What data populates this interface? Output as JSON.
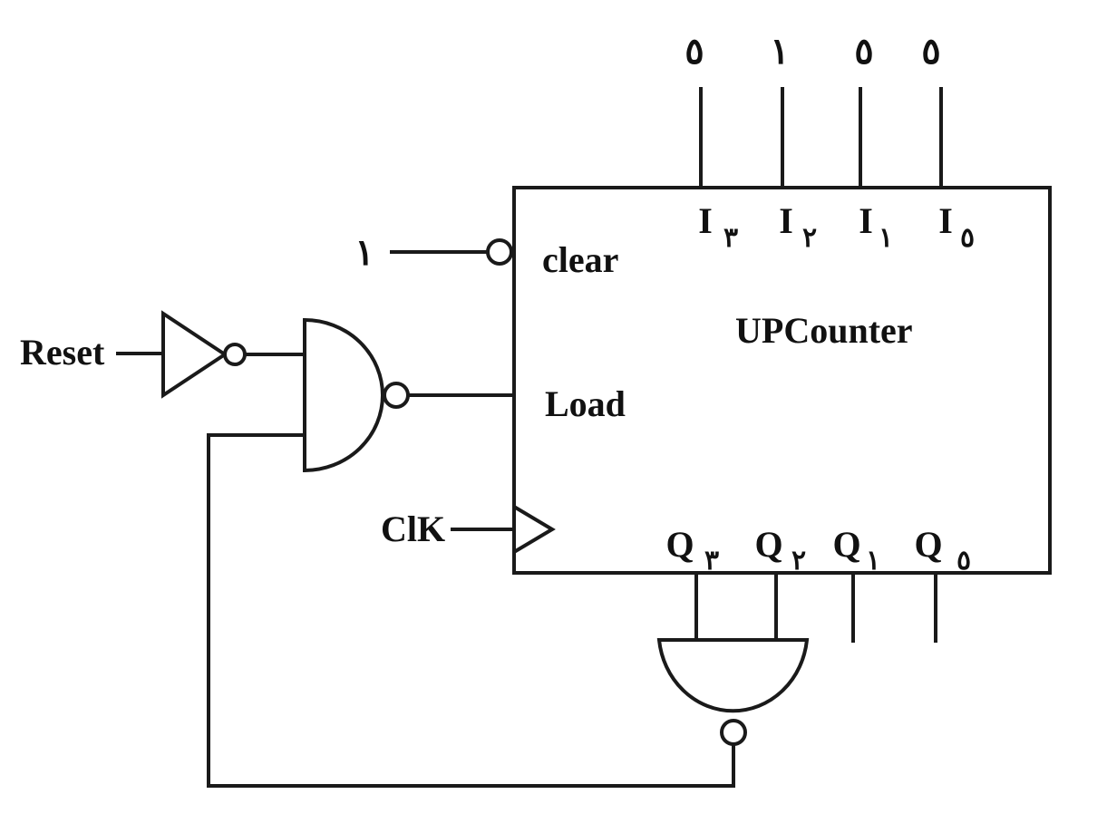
{
  "block": {
    "title": "UPCounter",
    "clear_label": "clear",
    "load_label": "Load"
  },
  "inputs": {
    "reset": "Reset",
    "clock": "ClK",
    "clear_value": "۱"
  },
  "data_inputs": [
    {
      "value": "٥",
      "pin_letter": "I",
      "pin_index": "۳"
    },
    {
      "value": "۱",
      "pin_letter": "I",
      "pin_index": "۲"
    },
    {
      "value": "٥",
      "pin_letter": "I",
      "pin_index": "۱"
    },
    {
      "value": "٥",
      "pin_letter": "I",
      "pin_index": "٥"
    }
  ],
  "outputs": [
    {
      "pin_letter": "Q",
      "pin_index": "۳"
    },
    {
      "pin_letter": "Q",
      "pin_index": "۲"
    },
    {
      "pin_letter": "Q",
      "pin_index": "۱"
    },
    {
      "pin_letter": "Q",
      "pin_index": "٥"
    }
  ],
  "colors": {
    "ink": "#1a1a1a",
    "background": "#ffffff"
  }
}
